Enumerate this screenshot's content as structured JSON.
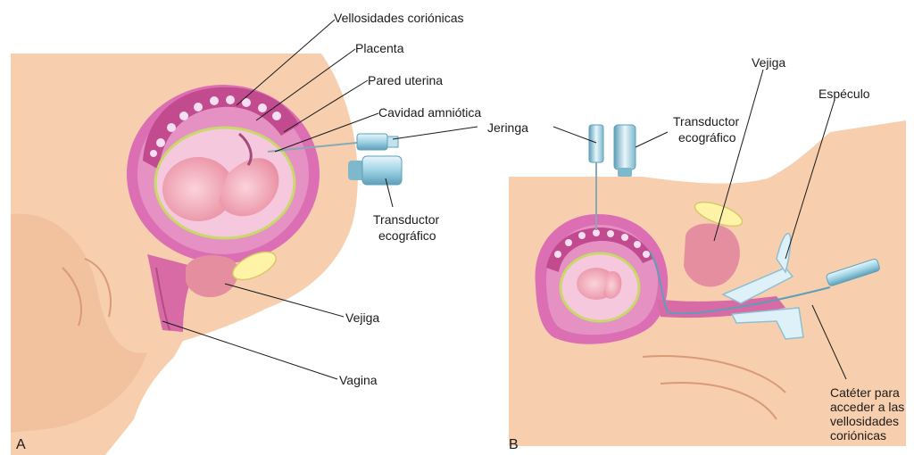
{
  "panels": [
    {
      "letter": "A"
    },
    {
      "letter": "B"
    }
  ],
  "panel_a_labels": {
    "chorionic_villi": "Vellosidades coriónicas",
    "placenta": "Placenta",
    "uterine_wall": "Pared uterina",
    "amniotic_cavity": "Cavidad amniótica",
    "syringe": "Jeringa",
    "transducer_line1": "Transductor",
    "transducer_line2": "ecográfico",
    "bladder": "Vejiga",
    "vagina": "Vagina"
  },
  "panel_b_labels": {
    "transducer_line1": "Transductor",
    "transducer_line2": "ecográfico",
    "bladder": "Vejiga",
    "speculum": "Espéculo",
    "catheter_line1": "Catéter para",
    "catheter_line2": "acceder a las",
    "catheter_line3": "vellosidades",
    "catheter_line4": "coriónicas"
  },
  "colors": {
    "background": "#ffffff",
    "skin": "#f7cfae",
    "skin_shadow": "#efb894",
    "uterus_outer": "#dc6fb3",
    "uterus_wall": "#e691c3",
    "placenta": "#c24a8e",
    "villi": "#f5dff0",
    "amniotic": "#f6c8dd",
    "fetus": "#f2a7b4",
    "bladder": "#e58ea0",
    "instrument": "#9fd3e6",
    "instrument_dark": "#5e9fb8",
    "leader_line": "#1a1a1a"
  }
}
